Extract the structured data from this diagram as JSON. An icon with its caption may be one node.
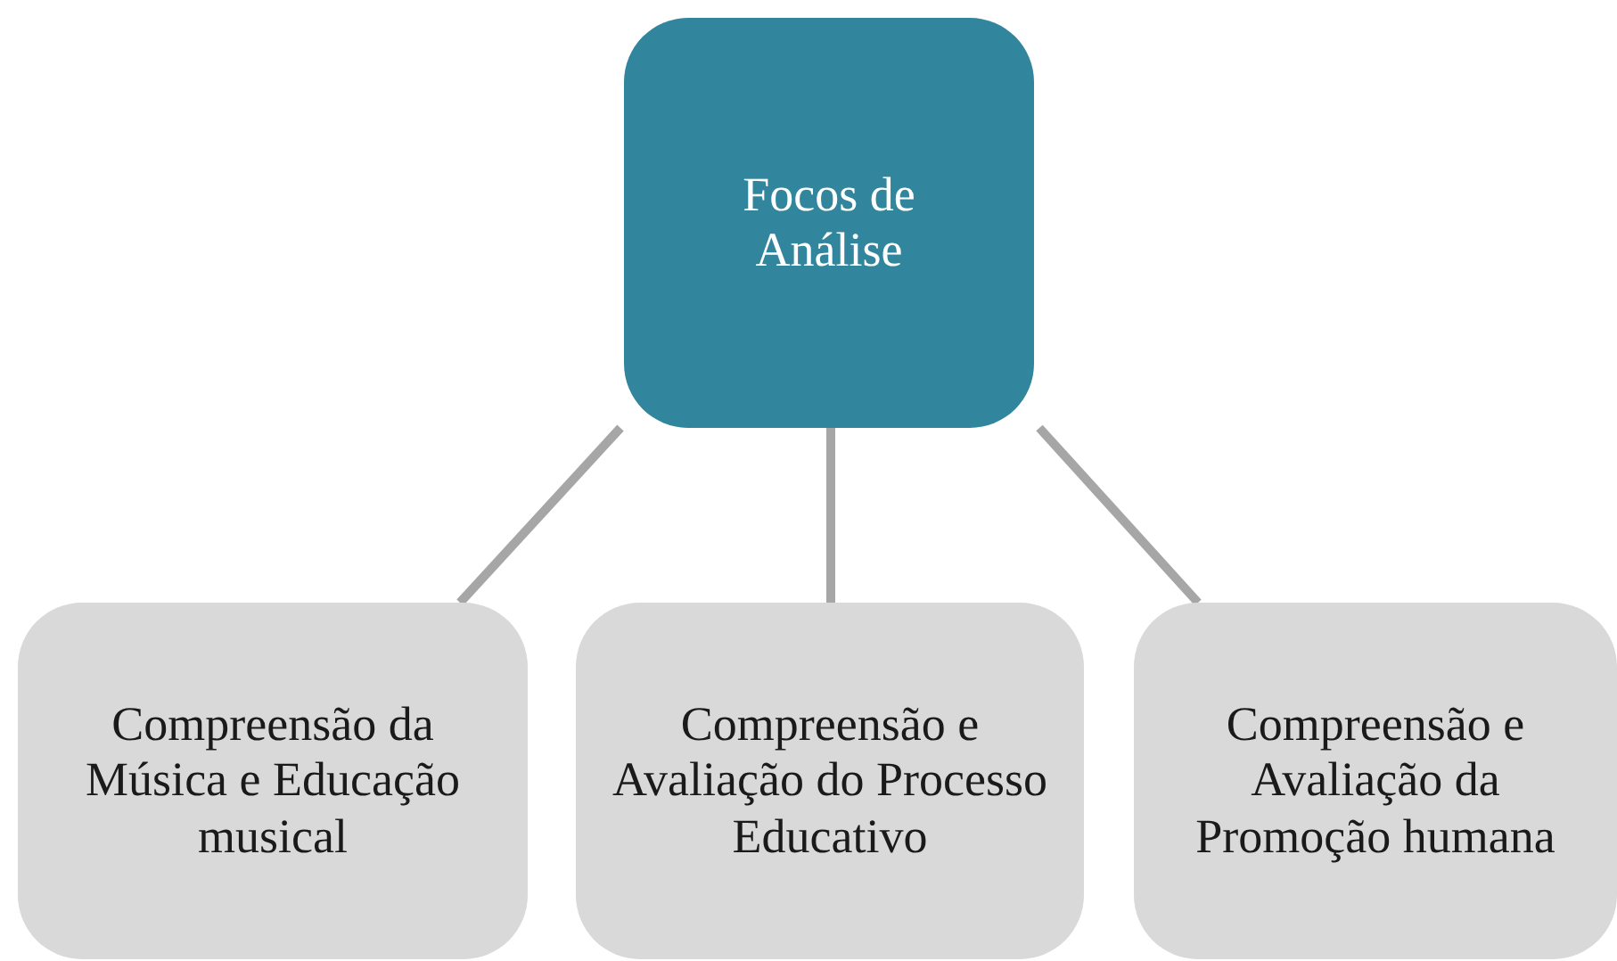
{
  "diagram": {
    "nodes": [
      {
        "text": [
          "Focos de Análise"
        ]
      },
      {
        "text": [
          "Compreensão da Música e Educação musical"
        ]
      },
      {
        "text": [
          "Compreensão e Avaliação do Processo Educativo"
        ]
      },
      {
        "text": [
          "Compreensão e Avaliação da Promoção humana"
        ]
      }
    ],
    "edges": [
      {
        "from": 0,
        "to": 1,
        "arrow": "none"
      },
      {
        "from": 0,
        "to": 2,
        "arrow": "none"
      },
      {
        "from": 0,
        "to": 3,
        "arrow": "none"
      }
    ]
  }
}
